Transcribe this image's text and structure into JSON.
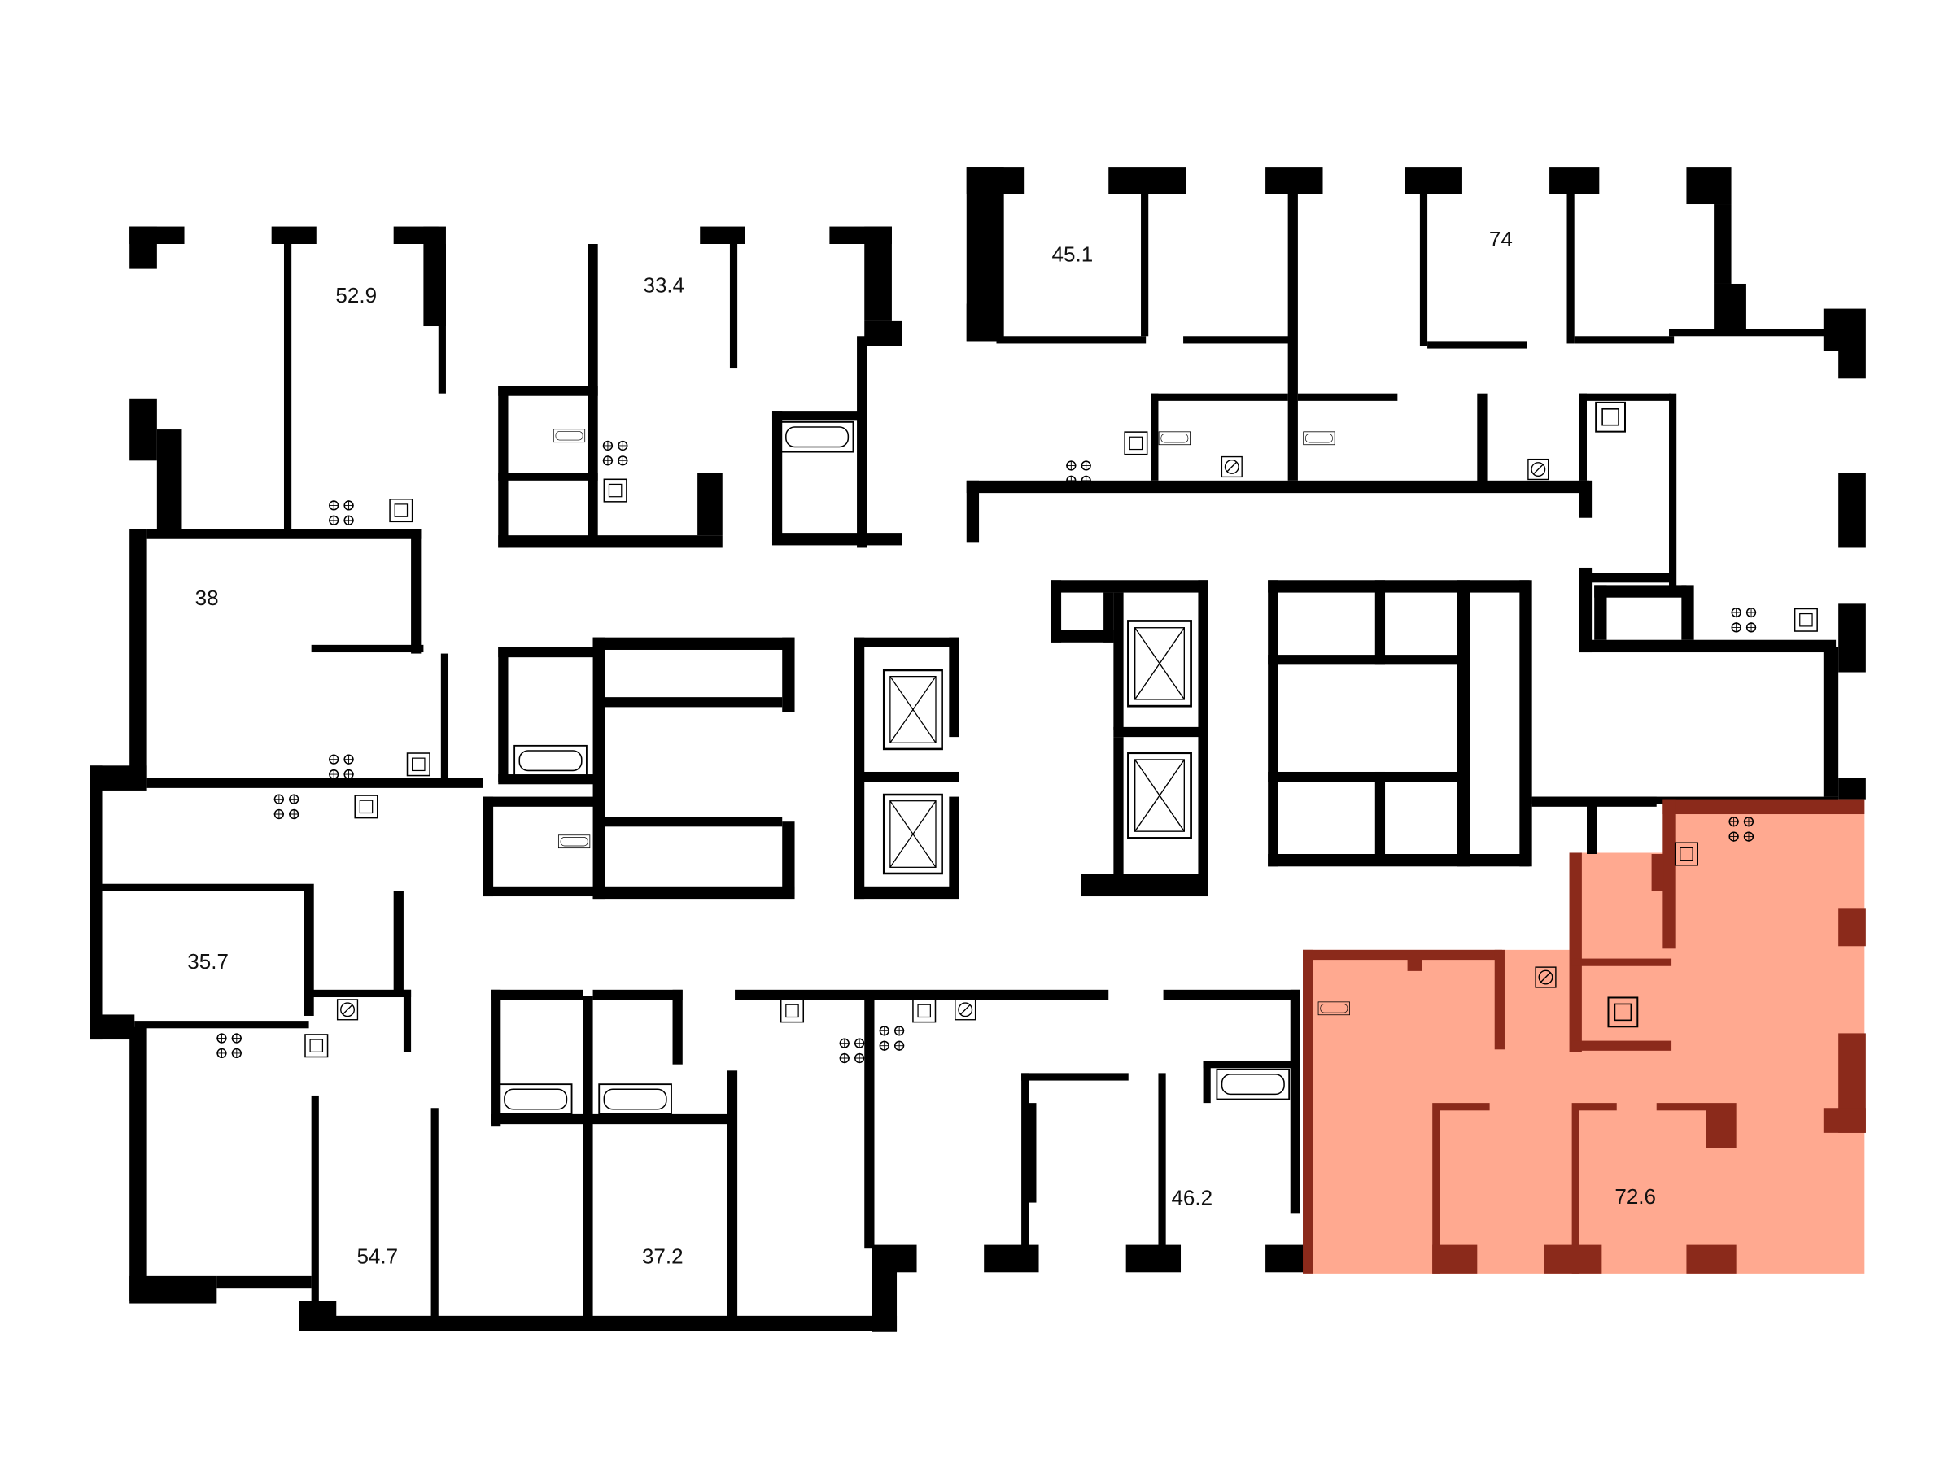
{
  "floorplan": {
    "apartments": [
      {
        "id": "apt-52-9",
        "area": "52.9"
      },
      {
        "id": "apt-33-4",
        "area": "33.4"
      },
      {
        "id": "apt-45-1",
        "area": "45.1"
      },
      {
        "id": "apt-74",
        "area": "74"
      },
      {
        "id": "apt-38",
        "area": "38"
      },
      {
        "id": "apt-35-7",
        "area": "35.7"
      },
      {
        "id": "apt-54-7",
        "area": "54.7"
      },
      {
        "id": "apt-37-2",
        "area": "37.2"
      },
      {
        "id": "apt-46-2",
        "area": "46.2"
      },
      {
        "id": "apt-72-6",
        "area": "72.6",
        "highlighted": true
      }
    ],
    "colors": {
      "wall": "#000000",
      "highlight_fill": "#FFA990",
      "highlight_wall": "#8B2A1B",
      "background": "#FFFFFF"
    }
  }
}
